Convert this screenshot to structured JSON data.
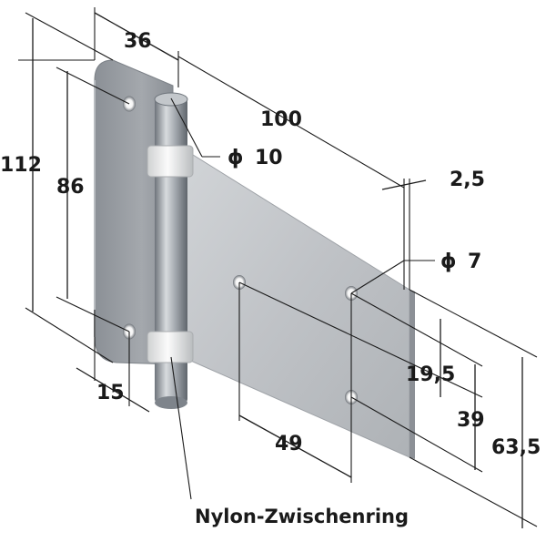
{
  "dimensions": {
    "width_36": "36",
    "length_100": "100",
    "pin_diameter": "10",
    "thickness": "2,5",
    "height_112": "112",
    "height_86": "86",
    "hole_diameter": "7",
    "edge_15": "15",
    "spacing_19_5": "19,5",
    "spacing_39": "39",
    "spacing_63_5": "63,5",
    "spacing_49": "49"
  },
  "symbols": {
    "diameter": "ϕ"
  },
  "labels": {
    "nylon_ring": "Nylon-Zwischenring"
  },
  "colors": {
    "plate_light": "#c9ccd0",
    "plate_dark": "#8c9096",
    "pin": "#9aa0a8",
    "ring": "#e9eaea",
    "ink": "#1a1a1a"
  }
}
